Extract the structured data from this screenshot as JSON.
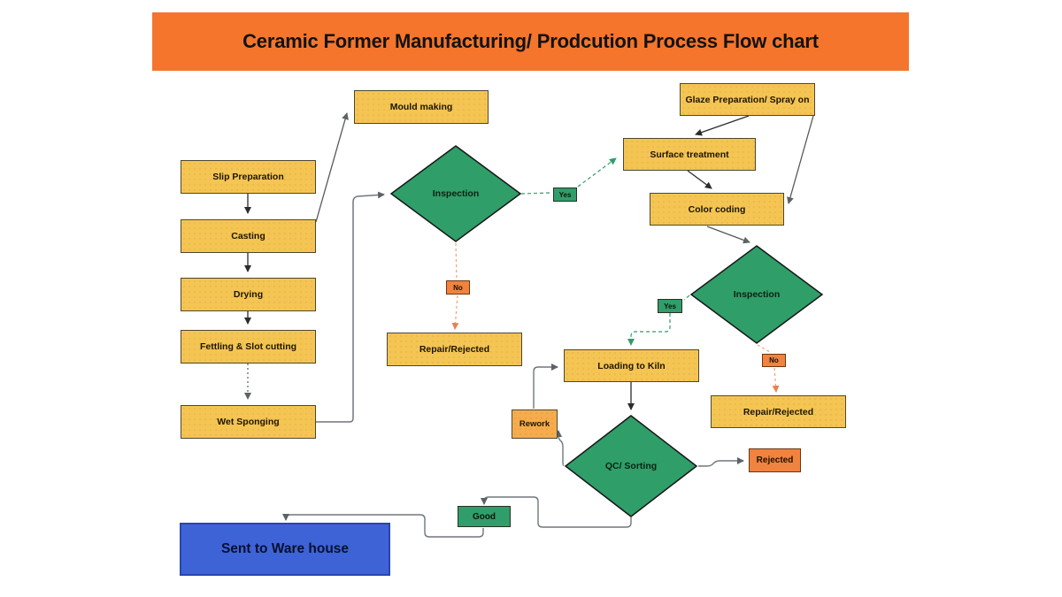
{
  "title": "Ceramic Former Manufacturing/ Prodcution Process Flow chart",
  "nodes": {
    "mould_making": "Mould making",
    "slip_preparation": "Slip Preparation",
    "casting": "Casting",
    "drying": "Drying",
    "fettling_slot_cutting": "Fettling & Slot cutting",
    "wet_sponging": "Wet Sponging",
    "inspection_1": "Inspection",
    "repair_rejected_1": "Repair/Rejected",
    "glaze_preparation": "Glaze Preparation/ Spray on",
    "surface_treatment": "Surface treatment",
    "color_coding": "Color coding",
    "inspection_2": "Inspection",
    "loading_to_kiln": "Loading to Kiln",
    "rework": "Rework",
    "repair_rejected_2": "Repair/Rejected",
    "qc_sorting": "QC/ Sorting",
    "rejected": "Rejected",
    "good": "Good",
    "sent_to_warehouse": "Sent to Ware house",
    "yes_1": "Yes",
    "no_1": "No",
    "yes_2": "Yes",
    "no_2": "No"
  },
  "colors": {
    "header_bg": "#F4752B",
    "process_fill": "#F5C554",
    "rework_fill": "#F6AC4C",
    "decision_fill": "#2F9E68",
    "label_green": "#2F9E6B",
    "label_orange": "#F0833F",
    "warehouse_blue": "#3E63D7",
    "connector_gray": "#6d7478",
    "connector_dark": "#3a3a3a"
  }
}
